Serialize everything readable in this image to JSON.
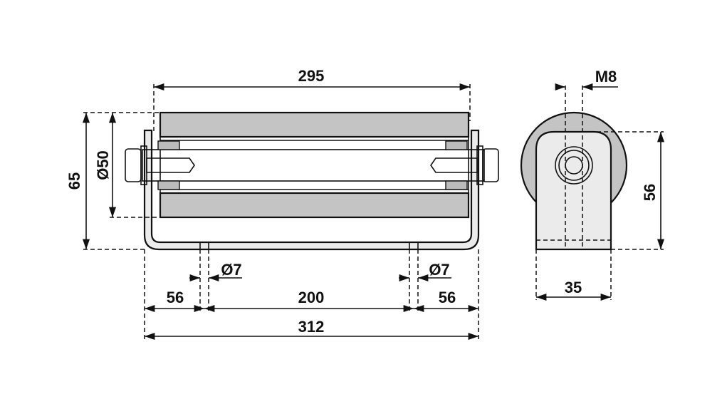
{
  "drawing": {
    "front_view": {
      "tube_length": "295",
      "overall_height": "65",
      "tube_diameter": "Ø50",
      "hole_left": "Ø7",
      "hole_right": "Ø7",
      "offset_left": "56",
      "hole_spacing": "200",
      "offset_right": "56",
      "overall_length": "312"
    },
    "side_view": {
      "thread": "M8",
      "axle_height": "56",
      "bracket_width": "35"
    },
    "colors": {
      "roller_fill": "#c4c4c4",
      "bracket_fill": "#ebebeb",
      "line": "#111111"
    }
  }
}
